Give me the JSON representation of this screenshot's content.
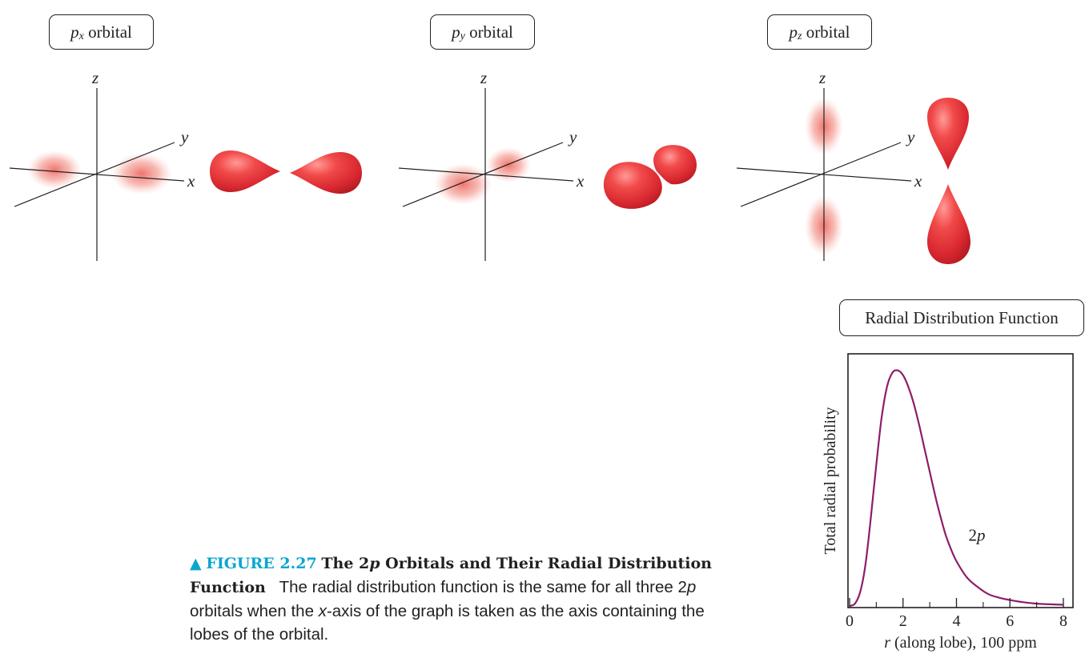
{
  "orbitals": [
    {
      "symbol": "p",
      "sub": "x",
      "word": "orbital"
    },
    {
      "symbol": "p",
      "sub": "y",
      "word": "orbital"
    },
    {
      "symbol": "p",
      "sub": "z",
      "word": "orbital"
    }
  ],
  "axes": {
    "x": "x",
    "y": "y",
    "z": "z"
  },
  "rdf_label": "Radial Distribution Function",
  "caption": {
    "marker": "▲",
    "figure_number": "FIGURE 2.27",
    "title_pre": "The 2",
    "title_italic": "p",
    "title_post": " Orbitals and Their Radial Distribution Function",
    "body_1": "The radial distribution function is the same for all three 2",
    "body_italic_p": "p",
    "body_2": " orbitals when the ",
    "body_italic_x": "x",
    "body_3": "-axis of the graph is taken as the axis containing the lobes of the orbital."
  },
  "colors": {
    "lobe": "#e8393e",
    "curve": "#8e1c6b",
    "caption_accent": "#0aa6cf"
  },
  "chart_data": {
    "type": "line",
    "xlabel_italic": "r",
    "xlabel_rest": " (along lobe), 100 ppm",
    "ylabel": "Total radial probability",
    "xlim": [
      0,
      8.3
    ],
    "ylim": [
      0,
      1.05
    ],
    "x_ticks": [
      0,
      2,
      4,
      6,
      8
    ],
    "x_minor_ticks": [
      1,
      3,
      5,
      7
    ],
    "series": [
      {
        "name": "2p",
        "x": [
          0,
          0.2,
          0.4,
          0.6,
          0.8,
          1.0,
          1.2,
          1.4,
          1.6,
          1.8,
          2.0,
          2.2,
          2.4,
          2.6,
          2.8,
          3.0,
          3.2,
          3.4,
          3.6,
          3.8,
          4.0,
          4.4,
          4.8,
          5.2,
          5.6,
          6.0,
          6.5,
          7.0,
          7.5,
          8.0
        ],
        "y": [
          0.0,
          0.01,
          0.06,
          0.18,
          0.38,
          0.6,
          0.8,
          0.93,
          0.99,
          1.0,
          0.98,
          0.93,
          0.86,
          0.77,
          0.67,
          0.57,
          0.47,
          0.38,
          0.3,
          0.24,
          0.19,
          0.12,
          0.08,
          0.05,
          0.035,
          0.025,
          0.016,
          0.01,
          0.007,
          0.005
        ]
      }
    ]
  }
}
